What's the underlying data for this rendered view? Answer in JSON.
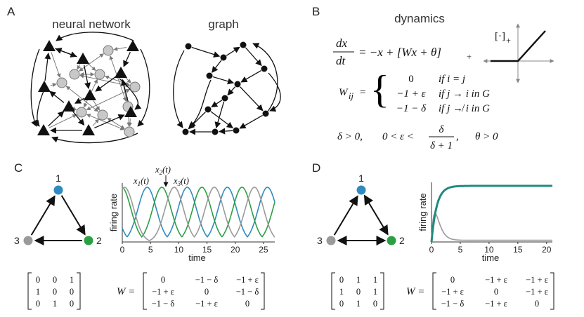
{
  "panels": {
    "A": {
      "letter": "A",
      "left_title": "neural network",
      "right_title": "graph"
    },
    "B": {
      "letter": "B",
      "title": "dynamics",
      "eq_lhs_num": "dx",
      "eq_lhs_den": "dt",
      "eq_rhs": "= −x + [Wx + θ]",
      "eq_rhs_sub": "+",
      "relu_label": "[·]",
      "relu_sub": "+",
      "w_lhs": "W",
      "w_lhs_sub": "ij",
      "w_eq": "=",
      "cases": [
        {
          "value": "0",
          "cond": "if i = j"
        },
        {
          "value": "−1 + ε",
          "cond": "if j → i in G"
        },
        {
          "value": "−1 − δ",
          "cond": "if j ↛ i in G"
        }
      ],
      "constraint_1": "δ > 0,",
      "constraint_2a": "0 < ε <",
      "constraint_frac_num": "δ",
      "constraint_frac_den": "δ + 1",
      "constraint_3": ",",
      "constraint_4": "θ > 0"
    },
    "C": {
      "letter": "C",
      "nodes": [
        "1",
        "2",
        "3"
      ],
      "adjacency": [
        [
          "0",
          "0",
          "1"
        ],
        [
          "1",
          "0",
          "0"
        ],
        [
          "0",
          "1",
          "0"
        ]
      ],
      "w_label": "W =",
      "W": [
        [
          "0",
          "−1 − δ",
          "−1 + ε"
        ],
        [
          "−1 + ε",
          "0",
          "−1 − δ"
        ],
        [
          "−1 − δ",
          "−1 + ε",
          "0"
        ]
      ],
      "series_labels": [
        {
          "main": "x",
          "sub": "1",
          "arg": "(t)"
        },
        {
          "main": "x",
          "sub": "2",
          "arg": "(t)"
        },
        {
          "main": "x",
          "sub": "3",
          "arg": "(t)"
        }
      ]
    },
    "D": {
      "letter": "D",
      "nodes": [
        "1",
        "2",
        "3"
      ],
      "adjacency": [
        [
          "0",
          "1",
          "1"
        ],
        [
          "1",
          "0",
          "1"
        ],
        [
          "0",
          "1",
          "0"
        ]
      ],
      "w_label": "W =",
      "W": [
        [
          "0",
          "−1 + ε",
          "−1 + ε"
        ],
        [
          "−1 + ε",
          "0",
          "−1 + ε"
        ],
        [
          "−1 − δ",
          "−1 + ε",
          "0"
        ]
      ]
    }
  },
  "colors": {
    "blue": "#2f8bbf",
    "green": "#2aa043",
    "gray": "#9a9a9a",
    "teal": "#1f8c7f",
    "dark": "#111111",
    "edge_gray": "#7a7a7a",
    "node_gray_fill": "#c8c8c8"
  },
  "chart_data": [
    {
      "type": "line",
      "panel": "C",
      "xlabel": "time",
      "ylabel": "firing rate",
      "xlim": [
        0,
        27
      ],
      "xticks": [
        0,
        5,
        10,
        15,
        20,
        25
      ],
      "period": 7.1,
      "series": [
        {
          "name": "x₁(t)",
          "color": "#2f8bbf",
          "peaks": [
            4.4,
            11.5,
            18.6,
            25.7
          ]
        },
        {
          "name": "x₂(t)",
          "color": "#2aa043",
          "peaks": [
            7.0,
            14.1,
            21.2
          ]
        },
        {
          "name": "x₃(t)",
          "color": "#9a9a9a",
          "peaks": [
            0.4,
            9.2,
            16.3,
            23.4
          ]
        }
      ]
    },
    {
      "type": "line",
      "panel": "D",
      "xlabel": "time",
      "ylabel": "firing rate",
      "xlim": [
        0,
        21
      ],
      "xticks": [
        0,
        5,
        10,
        15,
        20
      ],
      "series": [
        {
          "color": "#1f8c7f",
          "steady": 1.0,
          "tau": 0.9,
          "note": "two overlapping traces rising to steady state"
        },
        {
          "color": "#9a9a9a",
          "peak_time": 0.6,
          "peak": 0.55,
          "decay": 1.4
        }
      ]
    }
  ]
}
